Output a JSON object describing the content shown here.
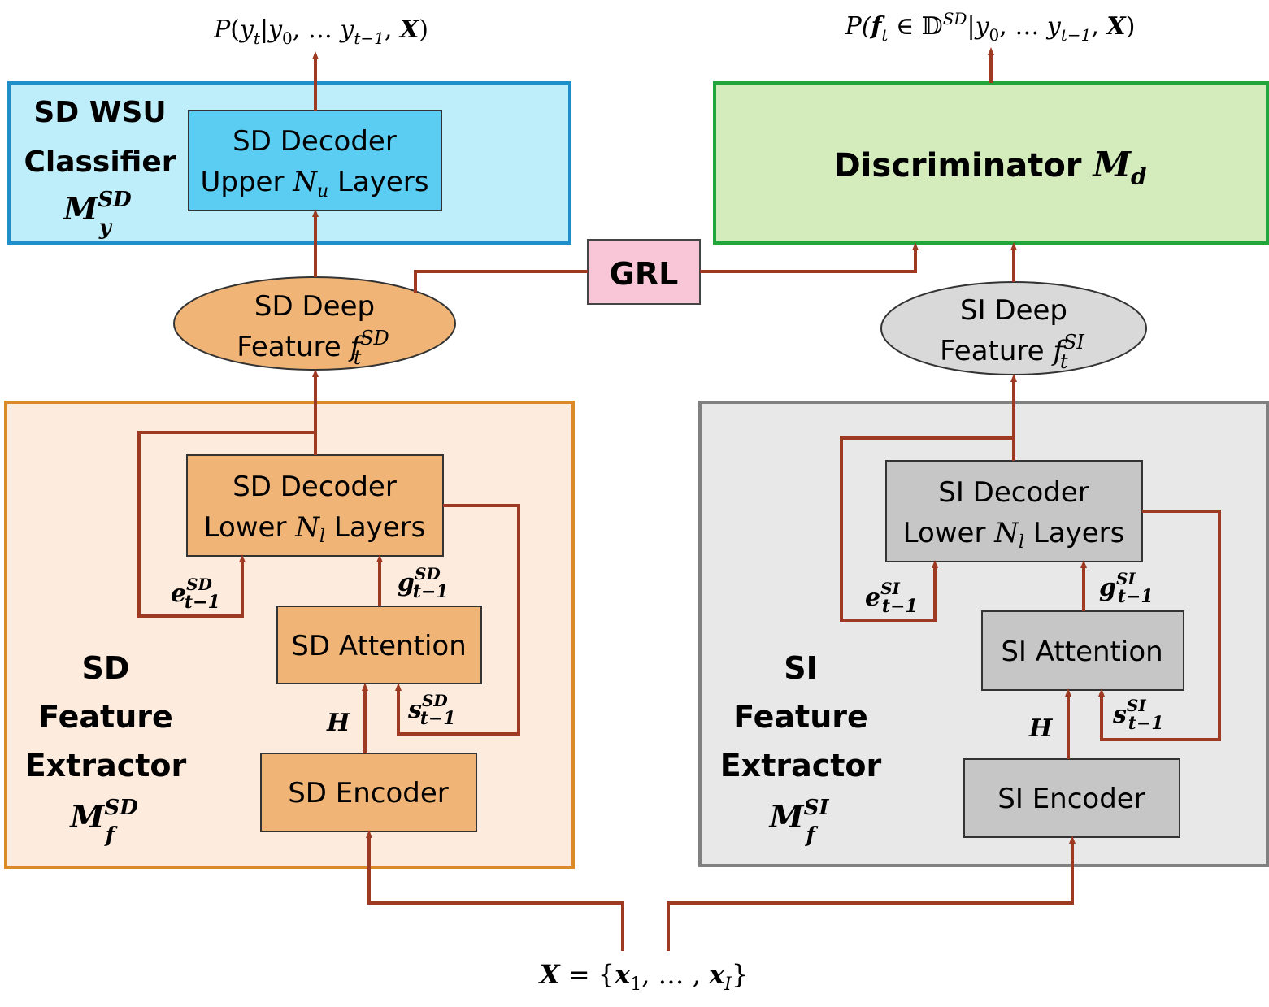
{
  "colors": {
    "arrow": "#9e3a22",
    "sd_classifier_fill": "#bdeef9",
    "sd_classifier_border": "#1e8fc9",
    "sd_decoder_upper_fill": "#5bcdf2",
    "discriminator_fill": "#d4ecbb",
    "discriminator_border": "#22a53a",
    "grl_fill": "#f9c6d8",
    "sd_region_fill": "#fdebde",
    "sd_region_border": "#db8a2a",
    "sd_block_fill": "#f0b576",
    "si_region_fill": "#e8e8e8",
    "si_region_border": "#808080",
    "si_block_fill": "#c6c6c6",
    "si_feature_fill": "#d9d9d9"
  },
  "top_outputs": {
    "left_P": "P",
    "left_y": "y",
    "left_t": "t",
    "left_bar": "|",
    "left_y0": "y",
    "left_0": "0",
    "left_dots": ", … ",
    "left_yt1": "y",
    "left_t1": "t−1",
    "left_comma": ", ",
    "left_X": "X",
    "left_close": ")",
    "right_P": "P(",
    "right_f": "f",
    "right_t": "t",
    "right_in": " ∈ 𝔻",
    "right_SD": "SD",
    "right_bar": "|",
    "right_y0": "y",
    "right_0": "0",
    "right_dots": ", … ",
    "right_yt1": "y",
    "right_t1": "t−1",
    "right_comma": ", ",
    "right_X": "X",
    "right_close": ")"
  },
  "sd_classifier": {
    "title_line1": "SD WSU",
    "title_line2": "Classifier",
    "symbol_M": "M",
    "symbol_sub": "y",
    "symbol_sup": "SD"
  },
  "sd_decoder_upper": {
    "line1": "SD Decoder",
    "line2_prefix": "Upper ",
    "N": "N",
    "N_sub": "u",
    "line2_suffix": " Layers"
  },
  "discriminator": {
    "label": "Discriminator ",
    "M": "M",
    "M_sub": "d"
  },
  "grl": {
    "label": "GRL"
  },
  "sd_deep_feature": {
    "line1": "SD Deep",
    "line2": "Feature ",
    "f": "f",
    "f_sub": "t",
    "f_sup": "SD"
  },
  "si_deep_feature": {
    "line1": "SI Deep",
    "line2": "Feature ",
    "f": "f",
    "f_sub": "t",
    "f_sup": "SI"
  },
  "sd_extractor": {
    "title_line1": "SD",
    "title_line2": "Feature",
    "title_line3": "Extractor",
    "symbol_M": "M",
    "symbol_sub": "f",
    "symbol_sup": "SD",
    "decoder_line1": "SD Decoder",
    "decoder_line2_prefix": "Lower ",
    "N": "N",
    "N_sub": "l",
    "decoder_line2_suffix": " Layers",
    "attention": "SD Attention",
    "encoder": "SD Encoder",
    "e_label": "e",
    "e_sup": "SD",
    "e_sub": "t−1",
    "g_label": "g",
    "g_sup": "SD",
    "g_sub": "t−1",
    "s_label": "s",
    "s_sup": "SD",
    "s_sub": "t−1",
    "H": "H"
  },
  "si_extractor": {
    "title_line1": "SI",
    "title_line2": "Feature",
    "title_line3": "Extractor",
    "symbol_M": "M",
    "symbol_sub": "f",
    "symbol_sup": "SI",
    "decoder_line1": "SI Decoder",
    "decoder_line2_prefix": "Lower ",
    "N": "N",
    "N_sub": "l",
    "decoder_line2_suffix": " Layers",
    "attention": "SI Attention",
    "encoder": "SI Encoder",
    "e_label": "e",
    "e_sup": "SI",
    "e_sub": "t−1",
    "g_label": "g",
    "g_sup": "SI",
    "g_sub": "t−1",
    "s_label": "s",
    "s_sup": "SI",
    "s_sub": "t−1",
    "H": "H"
  },
  "input": {
    "X": "X",
    "eq": " = {",
    "x1": "x",
    "x1_sub": "1",
    "dots": ", … , ",
    "xI": "x",
    "xI_sub": "I",
    "close": "}"
  }
}
